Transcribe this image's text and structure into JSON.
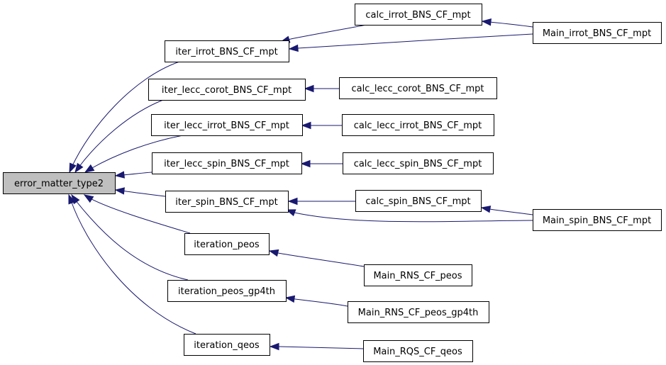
{
  "graph": {
    "edge_color": "#191970",
    "root_fill": "#bfbfbf",
    "nodes": [
      {
        "id": "error_matter_type2",
        "label": "error_matter_type2",
        "root": true
      },
      {
        "id": "iter_irrot_BNS_CF_mpt",
        "label": "iter_irrot_BNS_CF_mpt"
      },
      {
        "id": "iter_lecc_corot_BNS_CF_mpt",
        "label": "iter_lecc_corot_BNS_CF_mpt"
      },
      {
        "id": "iter_lecc_irrot_BNS_CF_mpt",
        "label": "iter_lecc_irrot_BNS_CF_mpt"
      },
      {
        "id": "iter_lecc_spin_BNS_CF_mpt",
        "label": "iter_lecc_spin_BNS_CF_mpt"
      },
      {
        "id": "iter_spin_BNS_CF_mpt",
        "label": "iter_spin_BNS_CF_mpt"
      },
      {
        "id": "iteration_peos",
        "label": "iteration_peos"
      },
      {
        "id": "iteration_peos_gp4th",
        "label": "iteration_peos_gp4th"
      },
      {
        "id": "iteration_qeos",
        "label": "iteration_qeos"
      },
      {
        "id": "calc_irrot_BNS_CF_mpt",
        "label": "calc_irrot_BNS_CF_mpt"
      },
      {
        "id": "calc_lecc_corot_BNS_CF_mpt",
        "label": "calc_lecc_corot_BNS_CF_mpt"
      },
      {
        "id": "calc_lecc_irrot_BNS_CF_mpt",
        "label": "calc_lecc_irrot_BNS_CF_mpt"
      },
      {
        "id": "calc_lecc_spin_BNS_CF_mpt",
        "label": "calc_lecc_spin_BNS_CF_mpt"
      },
      {
        "id": "calc_spin_BNS_CF_mpt",
        "label": "calc_spin_BNS_CF_mpt"
      },
      {
        "id": "Main_RNS_CF_peos",
        "label": "Main_RNS_CF_peos"
      },
      {
        "id": "Main_RNS_CF_peos_gp4th",
        "label": "Main_RNS_CF_peos_gp4th"
      },
      {
        "id": "Main_RQS_CF_qeos",
        "label": "Main_RQS_CF_qeos"
      },
      {
        "id": "Main_irrot_BNS_CF_mpt",
        "label": "Main_irrot_BNS_CF_mpt"
      },
      {
        "id": "Main_spin_BNS_CF_mpt",
        "label": "Main_spin_BNS_CF_mpt"
      }
    ],
    "edges": [
      {
        "from": "iter_irrot_BNS_CF_mpt",
        "to": "error_matter_type2"
      },
      {
        "from": "iter_lecc_corot_BNS_CF_mpt",
        "to": "error_matter_type2"
      },
      {
        "from": "iter_lecc_irrot_BNS_CF_mpt",
        "to": "error_matter_type2"
      },
      {
        "from": "iter_lecc_spin_BNS_CF_mpt",
        "to": "error_matter_type2"
      },
      {
        "from": "iter_spin_BNS_CF_mpt",
        "to": "error_matter_type2"
      },
      {
        "from": "iteration_peos",
        "to": "error_matter_type2"
      },
      {
        "from": "iteration_peos_gp4th",
        "to": "error_matter_type2"
      },
      {
        "from": "iteration_qeos",
        "to": "error_matter_type2"
      },
      {
        "from": "calc_irrot_BNS_CF_mpt",
        "to": "iter_irrot_BNS_CF_mpt"
      },
      {
        "from": "Main_irrot_BNS_CF_mpt",
        "to": "iter_irrot_BNS_CF_mpt"
      },
      {
        "from": "Main_irrot_BNS_CF_mpt",
        "to": "calc_irrot_BNS_CF_mpt"
      },
      {
        "from": "calc_lecc_corot_BNS_CF_mpt",
        "to": "iter_lecc_corot_BNS_CF_mpt"
      },
      {
        "from": "calc_lecc_irrot_BNS_CF_mpt",
        "to": "iter_lecc_irrot_BNS_CF_mpt"
      },
      {
        "from": "calc_lecc_spin_BNS_CF_mpt",
        "to": "iter_lecc_spin_BNS_CF_mpt"
      },
      {
        "from": "calc_spin_BNS_CF_mpt",
        "to": "iter_spin_BNS_CF_mpt"
      },
      {
        "from": "Main_spin_BNS_CF_mpt",
        "to": "iter_spin_BNS_CF_mpt"
      },
      {
        "from": "Main_spin_BNS_CF_mpt",
        "to": "calc_spin_BNS_CF_mpt"
      },
      {
        "from": "Main_RNS_CF_peos",
        "to": "iteration_peos"
      },
      {
        "from": "Main_RNS_CF_peos_gp4th",
        "to": "iteration_peos_gp4th"
      },
      {
        "from": "Main_RQS_CF_qeos",
        "to": "iteration_qeos"
      }
    ]
  }
}
